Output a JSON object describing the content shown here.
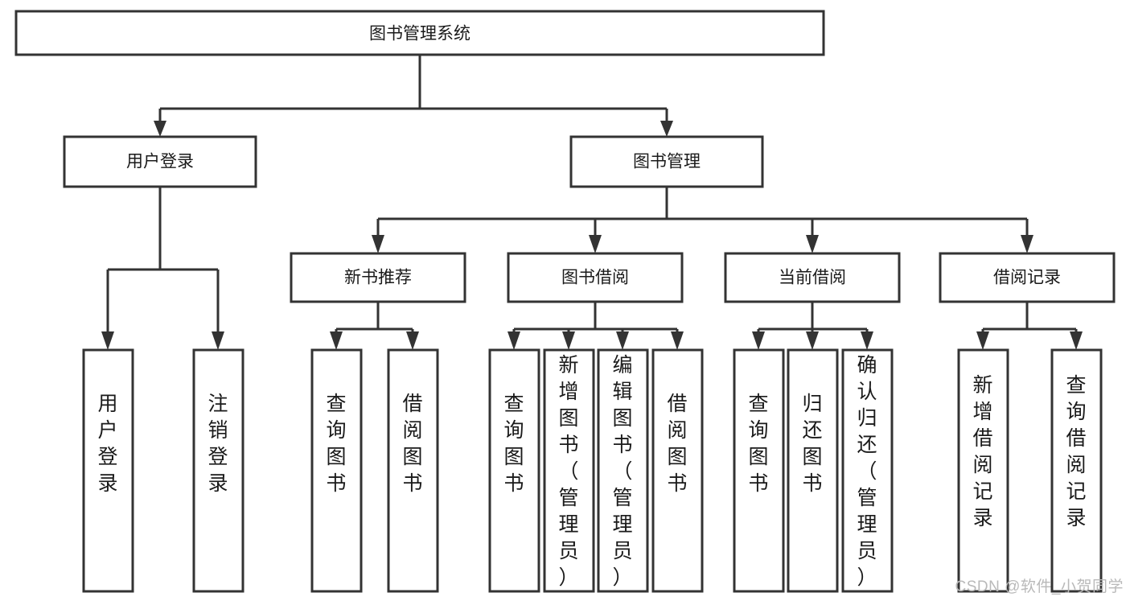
{
  "diagram": {
    "title": "图书管理系统",
    "type": "tree-hierarchy-diagram",
    "watermark": "CSDN @软件_小贺同学",
    "colors": {
      "box_stroke": "#333333",
      "box_fill": "#ffffff",
      "line": "#333333",
      "text": "#1a1a1a",
      "watermark": "#b9b9b9"
    },
    "nodes": {
      "root": {
        "label": "图书管理系统",
        "level": 0,
        "orientation": "horizontal"
      },
      "l1": [
        {
          "id": "user-login",
          "label": "用户登录",
          "orientation": "horizontal"
        },
        {
          "id": "book-manage",
          "label": "图书管理",
          "orientation": "horizontal"
        }
      ],
      "l2": [
        {
          "id": "new-book-recommend",
          "label": "新书推荐",
          "orientation": "horizontal",
          "parent": "book-manage"
        },
        {
          "id": "book-borrow",
          "label": "图书借阅",
          "orientation": "horizontal",
          "parent": "book-manage"
        },
        {
          "id": "current-borrow",
          "label": "当前借阅",
          "orientation": "horizontal",
          "parent": "book-manage"
        },
        {
          "id": "borrow-record",
          "label": "借阅记录",
          "orientation": "horizontal",
          "parent": "book-manage"
        }
      ],
      "leaves": [
        {
          "id": "leaf-user-login",
          "label": "用户登录",
          "orientation": "vertical",
          "parent": "user-login"
        },
        {
          "id": "leaf-logout",
          "label": "注销登录",
          "orientation": "vertical",
          "parent": "user-login"
        },
        {
          "id": "leaf-query-book-1",
          "label": "查询图书",
          "orientation": "vertical",
          "parent": "new-book-recommend"
        },
        {
          "id": "leaf-borrow-book-1",
          "label": "借阅图书",
          "orientation": "vertical",
          "parent": "new-book-recommend"
        },
        {
          "id": "leaf-query-book-2",
          "label": "查询图书",
          "orientation": "vertical",
          "parent": "book-borrow"
        },
        {
          "id": "leaf-add-book",
          "label": "新增图书（管理员）",
          "orientation": "vertical",
          "parent": "book-borrow"
        },
        {
          "id": "leaf-edit-book",
          "label": "编辑图书（管理员）",
          "orientation": "vertical",
          "parent": "book-borrow"
        },
        {
          "id": "leaf-borrow-book-2",
          "label": "借阅图书",
          "orientation": "vertical",
          "parent": "book-borrow"
        },
        {
          "id": "leaf-query-book-3",
          "label": "查询图书",
          "orientation": "vertical",
          "parent": "current-borrow"
        },
        {
          "id": "leaf-return-book",
          "label": "归还图书",
          "orientation": "vertical",
          "parent": "current-borrow"
        },
        {
          "id": "leaf-confirm-return",
          "label": "确认归还（管理员）",
          "orientation": "vertical",
          "parent": "current-borrow"
        },
        {
          "id": "leaf-add-record",
          "label": "新增借阅记录",
          "orientation": "vertical",
          "parent": "borrow-record"
        },
        {
          "id": "leaf-query-record",
          "label": "查询借阅记录",
          "orientation": "vertical",
          "parent": "borrow-record"
        }
      ]
    }
  }
}
